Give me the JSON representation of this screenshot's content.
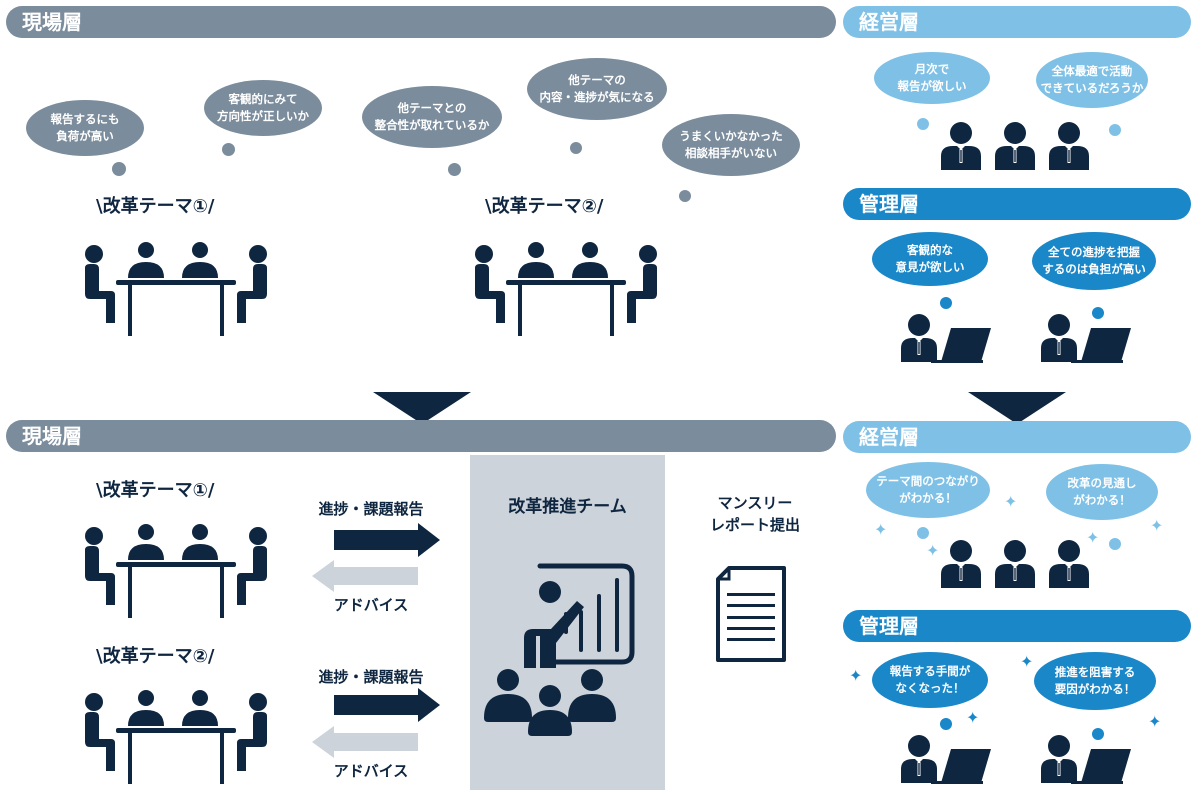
{
  "colors": {
    "field": "#7b8c9c",
    "exec": "#7fc1e6",
    "mgmt": "#1a87c9",
    "navy": "#0f2640",
    "team_panel": "#cdd3da",
    "advice_arrow": "#cdd3da"
  },
  "before": {
    "field_header": "現場層",
    "exec_header": "経営層",
    "mgmt_header": "管理層",
    "field_bubbles": [
      "報告するにも\n負荷が高い",
      "客観的にみて\n方向性が正しいか",
      "他テーマとの\n整合性が取れているか",
      "他テーマの\n内容・進捗が気になる",
      "うまくいかなかった\n相談相手がいない"
    ],
    "themes": [
      "\\改革テーマ①/",
      "\\改革テーマ②/"
    ],
    "exec_bubbles": [
      "月次で\n報告が欲しい",
      "全体最適で活動\nできているだろうか"
    ],
    "mgmt_bubbles": [
      "客観的な\n意見が欲しい",
      "全ての進捗を把握\nするのは負担が高い"
    ]
  },
  "after": {
    "field_header": "現場層",
    "exec_header": "経営層",
    "mgmt_header": "管理層",
    "themes": [
      "\\改革テーマ①/",
      "\\改革テーマ②/"
    ],
    "report_label": "進捗・課題報告",
    "advice_label": "アドバイス",
    "team_label": "改革推進チーム",
    "monthly_report_label": "マンスリー\nレポート提出",
    "exec_bubbles": [
      "テーマ間のつながり\nがわかる！",
      "改革の見通し\nがわかる！"
    ],
    "mgmt_bubbles": [
      "報告する手間が\nなくなった！",
      "推進を阻害する\n要因がわかる！"
    ]
  },
  "icons": {
    "meeting": "meeting-table-icon",
    "executive": "businessman-icon",
    "manager": "manager-laptop-icon",
    "presentation": "presentation-team-icon",
    "document": "document-icon",
    "down_arrow": "down-triangle-icon",
    "sparkle": "sparkle-icon"
  }
}
